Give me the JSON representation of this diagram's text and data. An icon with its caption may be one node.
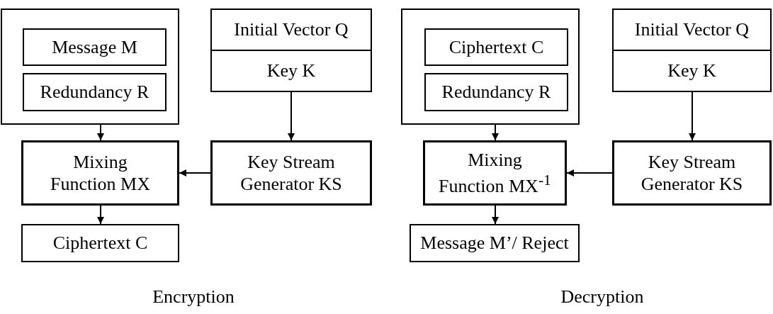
{
  "diagram": {
    "nodes": [
      {
        "text": [],
        "shape": "box"
      },
      {
        "text": [
          "Message M"
        ],
        "in": 0
      },
      {
        "text": [
          "Redundancy R"
        ],
        "in": 0
      },
      {
        "text": [
          "Initial Vector Q",
          "Key K"
        ]
      },
      {
        "text": [
          "Mixing Function MX"
        ]
      },
      {
        "text": [
          "Key Stream Generator KS"
        ]
      },
      {
        "text": [
          "Ciphertext C"
        ]
      },
      {
        "text": [],
        "shape": "box"
      },
      {
        "text": [
          "Ciphertext C"
        ],
        "in": 7
      },
      {
        "text": [
          "Redundancy R"
        ],
        "in": 7
      },
      {
        "text": [
          "Initial Vector Q",
          "Key K"
        ]
      },
      {
        "text": [
          "Mixing Function MX$^{-1}$"
        ]
      },
      {
        "text": [
          "Key Stream Generator KS"
        ]
      },
      {
        "text": [
          "Message M’/ Reject"
        ]
      }
    ],
    "edges": [
      {
        "from": 0,
        "to": 4,
        "arrow": "to"
      },
      {
        "from": 3,
        "to": 5,
        "arrow": "to"
      },
      {
        "from": 5,
        "to": 4,
        "arrow": "to"
      },
      {
        "from": 4,
        "to": 6,
        "arrow": "to"
      },
      {
        "from": 7,
        "to": 11,
        "arrow": "to"
      },
      {
        "from": 10,
        "to": 12,
        "arrow": "to"
      },
      {
        "from": 12,
        "to": 11,
        "arrow": "to"
      },
      {
        "from": 11,
        "to": 13,
        "arrow": "to"
      }
    ],
    "labels": [
      "Encryption",
      "Decryption"
    ]
  }
}
